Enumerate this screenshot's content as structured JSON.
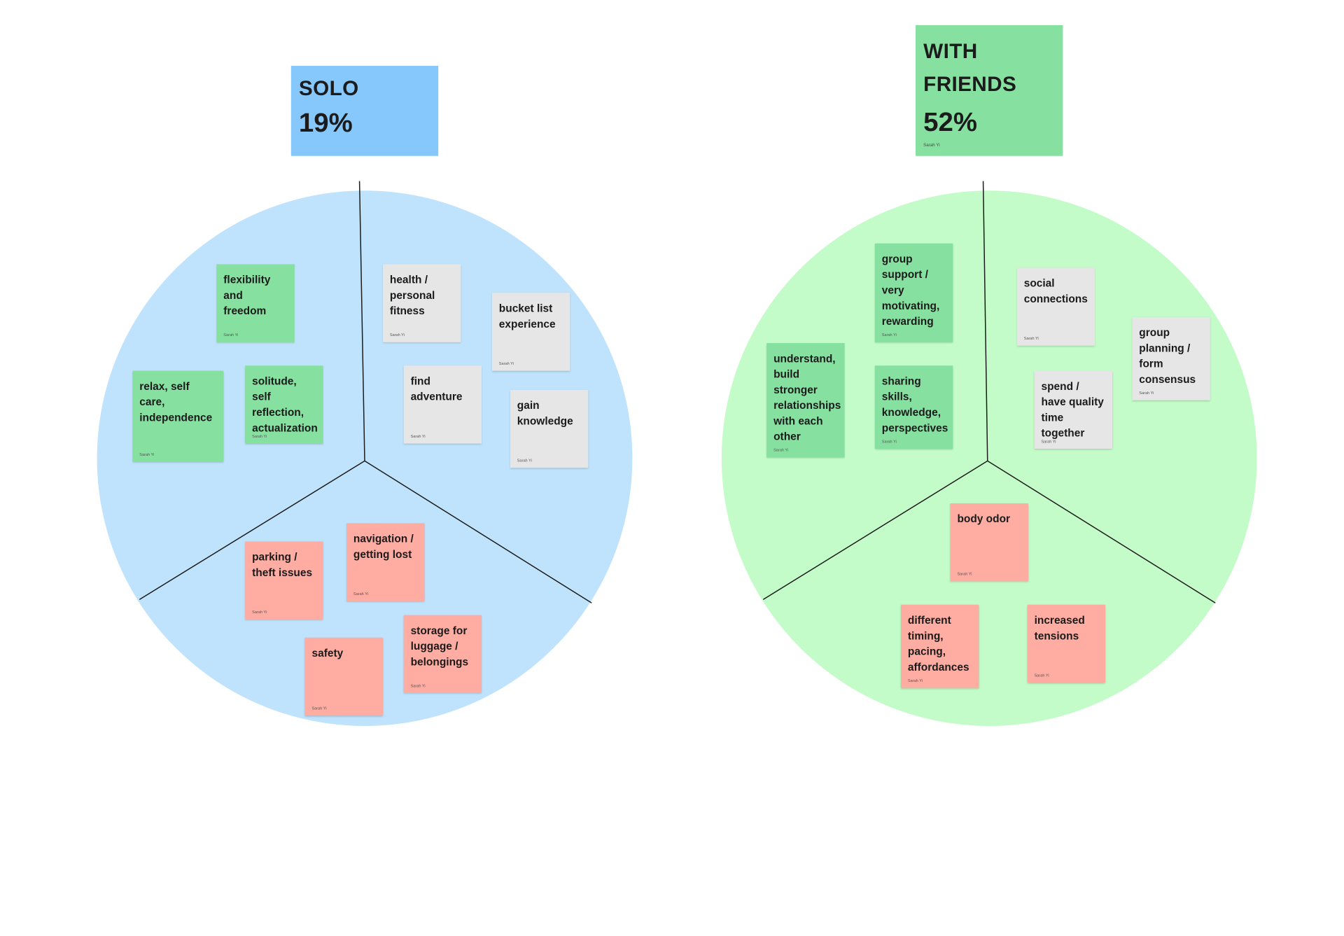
{
  "colors": {
    "solo_wheel": "#bfe3fc",
    "friends_wheel": "#c3fcc8",
    "solo_header": "#86c8fc",
    "friends_header": "#86e0a0",
    "note_green": "#86e0a0",
    "note_gray": "#e6e6e6",
    "note_pink": "#ffaca2",
    "divider": "#1b1b1b"
  },
  "solo": {
    "title": "SOLO",
    "percent": "19%",
    "notes": {
      "flexibility": {
        "text": "flexibility and freedom",
        "author": "Sarah Yi",
        "color": "green"
      },
      "relax": {
        "text": "relax, self care, independence",
        "author": "Sarah Yi",
        "color": "green"
      },
      "solitude": {
        "text": "solitude, self reflection, actualization",
        "author": "Sarah Yi",
        "color": "green"
      },
      "health": {
        "text": "health / personal fitness",
        "author": "Sarah Yi",
        "color": "gray"
      },
      "bucket": {
        "text": "bucket list experience",
        "author": "Sarah Yi",
        "color": "gray"
      },
      "adventure": {
        "text": "find adventure",
        "author": "Sarah Yi",
        "color": "gray"
      },
      "knowledge": {
        "text": "gain knowledge",
        "author": "Sarah Yi",
        "color": "gray"
      },
      "navigation": {
        "text": "navigation / getting lost",
        "author": "Sarah Yi",
        "color": "pink"
      },
      "parking": {
        "text": "parking / theft issues",
        "author": "Sarah Yi",
        "color": "pink"
      },
      "safety": {
        "text": "safety",
        "author": "Sarah Yi",
        "color": "pink"
      },
      "storage": {
        "text": "storage for luggage / belongings",
        "author": "Sarah Yi",
        "color": "pink"
      }
    }
  },
  "friends": {
    "title": "WITH FRIENDS",
    "percent": "52%",
    "author": "Sarah Yi",
    "notes": {
      "group_support": {
        "text": "group support / very motivating, rewarding",
        "author": "Sarah Yi",
        "color": "green"
      },
      "understand": {
        "text": "understand, build stronger relationships with each other",
        "author": "Sarah Yi",
        "color": "green"
      },
      "sharing": {
        "text": "sharing skills, knowledge, perspectives",
        "author": "Sarah Yi",
        "color": "green"
      },
      "social": {
        "text": "social connections",
        "author": "Sarah Yi",
        "color": "gray"
      },
      "planning": {
        "text": "group planning / form consensus",
        "author": "Sarah Yi",
        "color": "gray"
      },
      "quality_time": {
        "text": "spend / have quality time together",
        "author": "Sarah Yi",
        "color": "gray"
      },
      "body_odor": {
        "text": "body odor",
        "author": "Sarah Yi",
        "color": "pink"
      },
      "timing": {
        "text": "different timing, pacing, affordances",
        "author": "Sarah Yi",
        "color": "pink"
      },
      "tensions": {
        "text": "increased tensions",
        "author": "Sarah Yi",
        "color": "pink"
      }
    }
  }
}
